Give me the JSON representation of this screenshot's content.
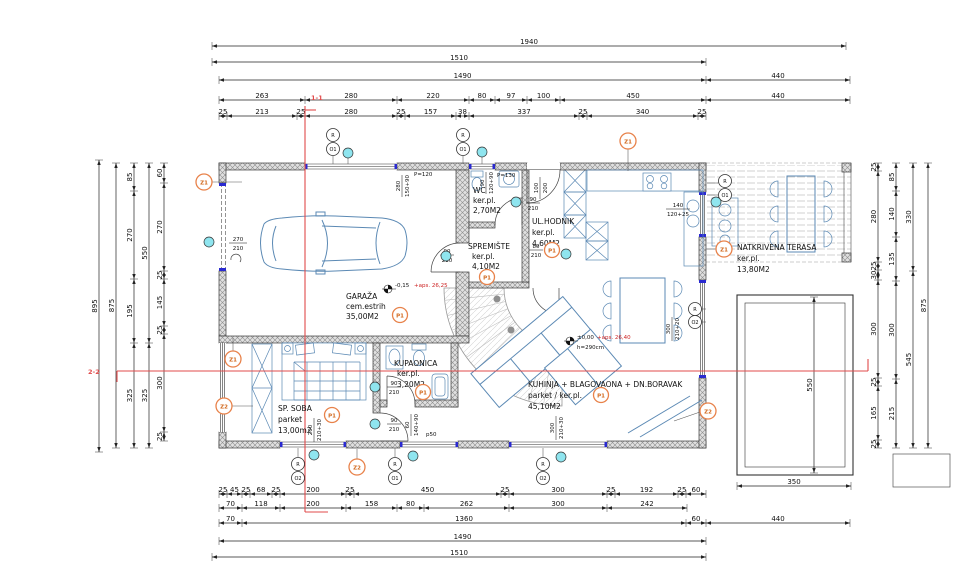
{
  "drawing": {
    "rooms": {
      "garaza": {
        "name": "GARAŽA",
        "floor": "cem.estrih",
        "area": "35,00M2"
      },
      "wc": {
        "name": "WC",
        "floor": "ker.pl.",
        "area": "2,70M2"
      },
      "spremiste": {
        "name": "SPREMIŠTE",
        "floor": "ker.pl.",
        "area": "4,10M2"
      },
      "hodnik": {
        "name": "UL.HODNIK",
        "floor": "ker.pl.",
        "area": "4,60M2"
      },
      "kupaonica": {
        "name": "KUPAONICA",
        "floor": "ker.pl.",
        "area": "3,20M2"
      },
      "spsoba": {
        "name": "SP. SOBA",
        "floor": "parket",
        "area": "13,00m2"
      },
      "living": {
        "name": "KUHINJA + BLAGOVAONA + DN.BORAVAK",
        "floor": "parket / ker.pl.",
        "area": "45,10M2"
      },
      "terasa": {
        "name": "NATKRIVENA TERASA",
        "floor": "ker.pl.",
        "area": "13,80M2"
      }
    },
    "markers": {
      "z1": "Z1",
      "z2": "Z2",
      "p1": "P1",
      "r": "R",
      "o1": "O1",
      "o2": "O2"
    },
    "sections": {
      "s1": "1-1",
      "s2": "2-2"
    },
    "levels": {
      "garage_val": "-0,15",
      "garage_abs": "+aps. 26,25",
      "living_val": "±0,00",
      "living_abs": "+aps. 26,40",
      "living_h": "h=290cm"
    },
    "openings": {
      "garage_door_w": "270",
      "garage_door_h": "210",
      "d90_w": "90",
      "d90_h": "210",
      "d80_w": "80",
      "d80_h": "210",
      "entry_w": "100",
      "entry_h": "200",
      "win_garage_w": "280",
      "win_garage_h": "150+90",
      "win_garage_p": "P=120",
      "win_wc_w": "90",
      "win_wc_h": "120+90",
      "win_wc_p": "P=130",
      "win_kitchen_w": "140",
      "win_kitchen_h": "120+25",
      "win_east_w": "300",
      "win_east_h": "210+20",
      "win_south_w": "300",
      "win_south_h": "210+30",
      "win_spsoba_w": "200",
      "win_spsoba_h": "210+30",
      "win_lobby_w": "60",
      "win_lobby_h": "140+90",
      "win_lobby_p": "p50"
    },
    "dims": {
      "top": {
        "row1": [
          "1940"
        ],
        "row2": [
          "1510"
        ],
        "row3": [
          "1490",
          "440"
        ],
        "row4": [
          "263",
          "280",
          "220",
          "80",
          "97",
          "100",
          "450",
          "440"
        ],
        "row5": [
          "25",
          "213",
          "25",
          "280",
          "25",
          "157",
          "38",
          "337",
          "25",
          "340",
          "25"
        ]
      },
      "bottom": {
        "rowA": [
          "25",
          "45",
          "25",
          "68",
          "25",
          "200",
          "25",
          "450",
          "25",
          "300",
          "25",
          "192",
          "25",
          "60"
        ],
        "rowB": [
          "70",
          "118",
          "200",
          "158",
          "80",
          "262",
          "300",
          "242"
        ],
        "rowC": [
          "70",
          "1360",
          "60",
          "440"
        ],
        "rowD": [
          "1490"
        ],
        "rowE": [
          "1510"
        ]
      },
      "left": {
        "c1": [
          "895"
        ],
        "c2": [
          "875"
        ],
        "c3": [
          "85",
          "270",
          "195",
          "325"
        ],
        "c4": [
          "550",
          "325"
        ],
        "c5": [
          "60",
          "270",
          "25",
          "145",
          "25",
          "300",
          "25"
        ]
      },
      "right": {
        "c1": [
          "25",
          "280",
          "25",
          "30",
          "300",
          "25",
          "165",
          "25"
        ],
        "c2": [
          "85",
          "140",
          "135",
          "300",
          "215"
        ],
        "c3": [
          "330",
          "545"
        ],
        "c4": [
          "875"
        ]
      },
      "pool": {
        "h": [
          "550"
        ],
        "w": [
          "350"
        ]
      }
    }
  }
}
